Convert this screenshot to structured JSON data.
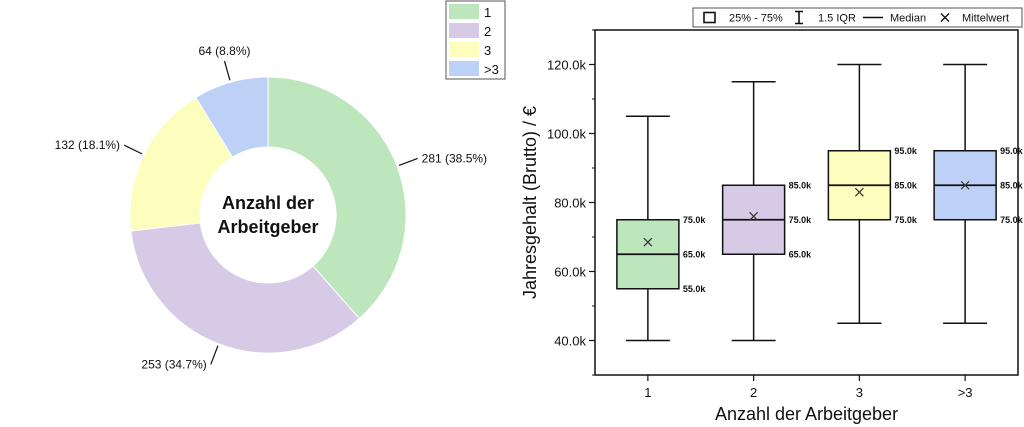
{
  "chart_data": [
    {
      "type": "pie",
      "variant": "donut",
      "center_label": [
        "Anzahl der",
        "Arbeitgeber"
      ],
      "legend_position": "top-right",
      "slices": [
        {
          "label": "1",
          "value": 281,
          "text": "281 (38.5%)",
          "color": "#bde6bd"
        },
        {
          "label": "2",
          "value": 253,
          "text": "253 (34.7%)",
          "color": "#d6cae6"
        },
        {
          "label": "3",
          "value": 132,
          "text": "132 (18.1%)",
          "color": "#fdfdbd"
        },
        {
          "label": ">3",
          "value": 64,
          "text": "64 (8.8%)",
          "color": "#bdd1f7"
        }
      ]
    },
    {
      "type": "box",
      "xlabel": "Anzahl der Arbeitgeber",
      "ylabel": "Jahresgehalt (Brutto) / €",
      "ylim": [
        30000,
        130000
      ],
      "yticks": [
        {
          "value": 40000,
          "label": "40.0k"
        },
        {
          "value": 60000,
          "label": "60.0k"
        },
        {
          "value": 80000,
          "label": "80.0k"
        },
        {
          "value": 100000,
          "label": "100.0k"
        },
        {
          "value": 120000,
          "label": "120.0k"
        }
      ],
      "legend": {
        "position": "top",
        "box": "25% - 75%",
        "whisker": "1.5 IQR",
        "median": "Median",
        "mean": "Mittelwert"
      },
      "groups": [
        {
          "category": "1",
          "color": "#bde6bd",
          "whisker_low": 40000,
          "q1": 55000,
          "median": 65000,
          "q3": 75000,
          "whisker_high": 105000,
          "mean": 68500,
          "labels": {
            "q3": "75.0k",
            "median": "65.0k",
            "q1": "55.0k"
          }
        },
        {
          "category": "2",
          "color": "#d6cae6",
          "whisker_low": 40000,
          "q1": 65000,
          "median": 75000,
          "q3": 85000,
          "whisker_high": 115000,
          "mean": 76000,
          "labels": {
            "q3": "85.0k",
            "median": "75.0k",
            "q1": "65.0k"
          }
        },
        {
          "category": "3",
          "color": "#fdfdbd",
          "whisker_low": 45000,
          "q1": 75000,
          "median": 85000,
          "q3": 95000,
          "whisker_high": 120000,
          "mean": 83000,
          "labels": {
            "q3": "95.0k",
            "median": "85.0k",
            "q1": "75.0k"
          }
        },
        {
          "category": ">3",
          "color": "#bdd1f7",
          "whisker_low": 45000,
          "q1": 75000,
          "median": 85000,
          "q3": 95000,
          "whisker_high": 120000,
          "mean": 85000,
          "labels": {
            "q3": "95.0k",
            "median": "85.0k",
            "q1": "75.0k"
          }
        }
      ]
    }
  ]
}
